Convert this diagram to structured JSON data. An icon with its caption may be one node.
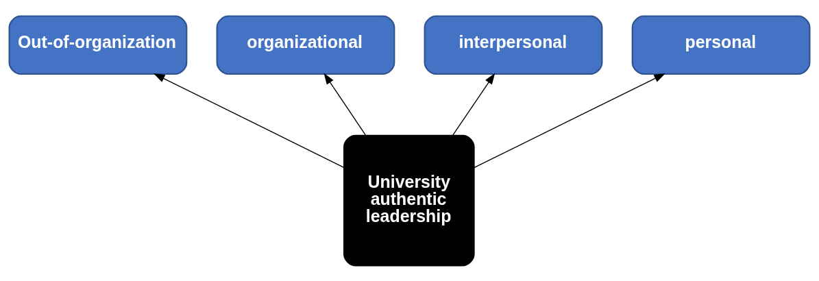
{
  "diagram": {
    "nodes": [
      {
        "text": [
          "Out-of-organization"
        ]
      },
      {
        "text": [
          "organizational"
        ]
      },
      {
        "text": [
          "interpersonal"
        ]
      },
      {
        "text": [
          "personal"
        ]
      },
      {
        "text": [
          "University authentic leadership"
        ]
      }
    ],
    "edges": [
      {
        "from": 4,
        "to": 0,
        "arrow": "to"
      },
      {
        "from": 4,
        "to": 1,
        "arrow": "to"
      },
      {
        "from": 4,
        "to": 2,
        "arrow": "to"
      },
      {
        "from": 4,
        "to": 3,
        "arrow": "to"
      }
    ]
  }
}
